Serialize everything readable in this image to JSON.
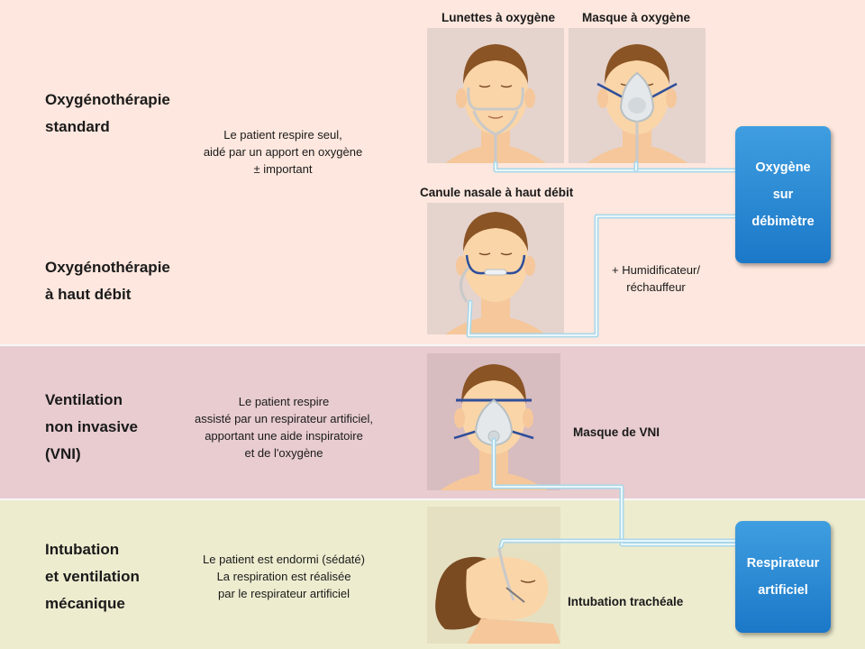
{
  "rows": [
    {
      "title_lines": [
        "Oxygénothérapie",
        "standard"
      ],
      "description_lines": [
        "Le patient respire seul,",
        "aidé par un apport en oxygène",
        "± important"
      ]
    },
    {
      "title_lines": [
        "Oxygénothérapie",
        "à haut débit"
      ],
      "description_lines": []
    },
    {
      "title_lines": [
        "Ventilation",
        "non invasive",
        "(VNI)"
      ],
      "description_lines": [
        "Le patient respire",
        "assisté par un respirateur artificiel,",
        "apportant une aide inspiratoire",
        "et de l'oxygène"
      ]
    },
    {
      "title_lines": [
        "Intubation",
        "et ventilation",
        "mécanique"
      ],
      "description_lines": [
        "Le patient est endormi (sédaté)",
        "La respiration est réalisée",
        "par le respirateur artificiel"
      ]
    }
  ],
  "devices": {
    "nasal_prongs": "Lunettes à oxygène",
    "oxygen_mask": "Masque à oxygène",
    "high_flow_cannula": "Canule nasale à haut débit",
    "nivs_mask": "Masque de VNI",
    "tracheal_intubation": "Intubation trachéale"
  },
  "humidifier_note_lines": [
    "+ Humidificateur/",
    "réchauffeur"
  ],
  "boxes": {
    "oxygen_lines": [
      "Oxygène",
      "sur",
      "débimètre"
    ],
    "ventilator_lines": [
      "Respirateur",
      "artificiel"
    ]
  },
  "colors": {
    "band_oxygen": "#fde7de",
    "band_vni": "#e8ccd0",
    "band_intubation": "#eeeccf",
    "box_blue": "#2b8ad6",
    "tube": "#a9d8ea"
  }
}
